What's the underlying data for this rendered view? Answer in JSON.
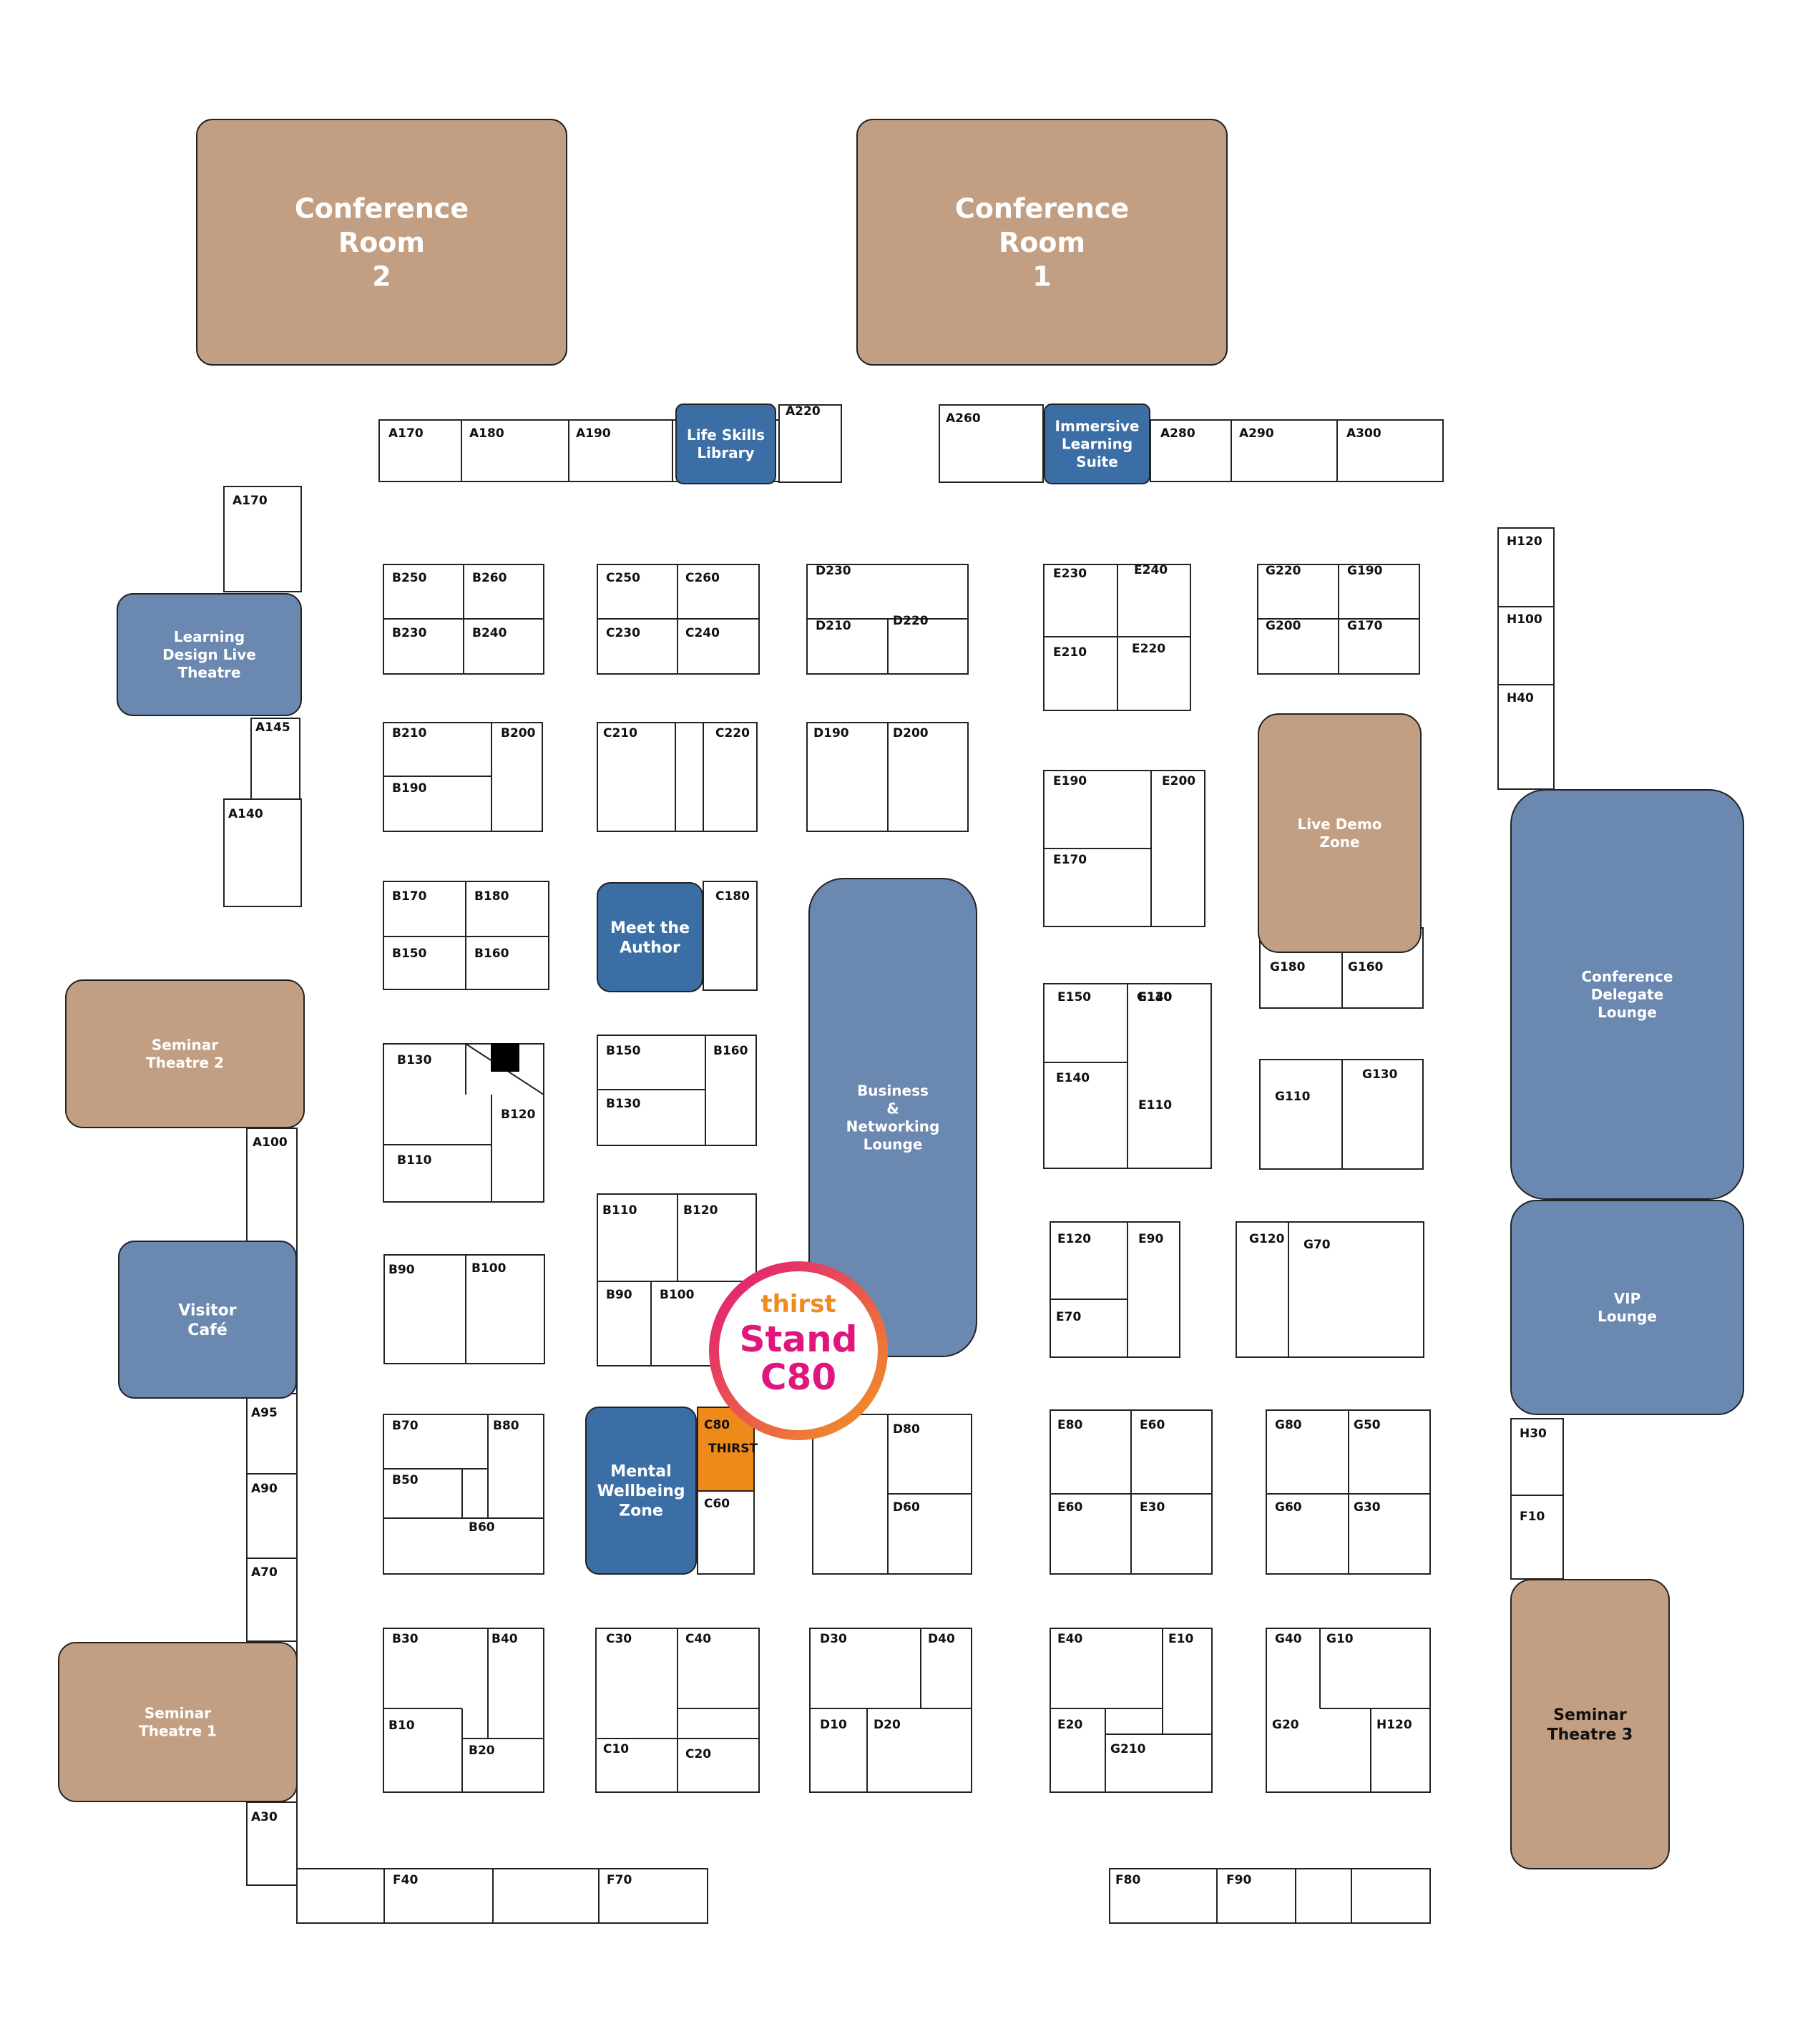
{
  "colors": {
    "tan": "#C29F82",
    "blue": "#6A88B0",
    "blue_dark": "#3B6EA5",
    "stand_orange": "#EE8A1A",
    "badge_magenta": "#E0157D",
    "badge_orange": "#F29A1F",
    "badge_text_orange": "#F08C1E"
  },
  "zones": [
    {
      "id": "conference-room-2",
      "lines": [
        "Conference",
        "Room",
        "2"
      ],
      "color": "tan"
    },
    {
      "id": "conference-room-1",
      "lines": [
        "Conference",
        "Room",
        "1"
      ],
      "color": "tan"
    },
    {
      "id": "life-skills-library",
      "lines": [
        "Life Skills",
        "Library"
      ],
      "color": "blue_dark"
    },
    {
      "id": "immersive-learning-suite",
      "lines": [
        "Immersive",
        "Learning",
        "Suite"
      ],
      "color": "blue_dark"
    },
    {
      "id": "learning-design-live-theatre",
      "lines": [
        "Learning",
        "Design Live",
        "Theatre"
      ],
      "color": "blue"
    },
    {
      "id": "live-demo-zone",
      "lines": [
        "Live Demo",
        "Zone"
      ],
      "color": "tan"
    },
    {
      "id": "conference-delegate-lounge",
      "lines": [
        "Conference",
        "Delegate",
        "Lounge"
      ],
      "color": "blue"
    },
    {
      "id": "meet-the-author",
      "lines": [
        "Meet the",
        "Author"
      ],
      "color": "blue_dark"
    },
    {
      "id": "business-networking-lounge",
      "lines": [
        "Business",
        "&",
        "Networking",
        "Lounge"
      ],
      "color": "blue"
    },
    {
      "id": "seminar-theatre-2",
      "lines": [
        "Seminar",
        "Theatre 2"
      ],
      "color": "tan"
    },
    {
      "id": "visitor-cafe",
      "lines": [
        "Visitor",
        "Café"
      ],
      "color": "blue"
    },
    {
      "id": "vip-lounge",
      "lines": [
        "VIP",
        "Lounge"
      ],
      "color": "blue"
    },
    {
      "id": "mental-wellbeing-zone",
      "lines": [
        "Mental",
        "Wellbeing",
        "Zone"
      ],
      "color": "blue_dark"
    },
    {
      "id": "seminar-theatre-1",
      "lines": [
        "Seminar",
        "Theatre 1"
      ],
      "color": "tan"
    },
    {
      "id": "seminar-theatre-3",
      "lines": [
        "Seminar",
        "Theatre 3"
      ],
      "color": "tan"
    }
  ],
  "stands": [
    "A170",
    "A180",
    "A190",
    "A220",
    "A260",
    "A280",
    "A290",
    "A300",
    "A170",
    "A145",
    "A140",
    "A100",
    "A95",
    "A90",
    "A70",
    "A30",
    "B250",
    "B260",
    "B230",
    "B240",
    "B210",
    "B200",
    "B190",
    "B170",
    "B180",
    "B150",
    "B160",
    "B130",
    "B120",
    "B110",
    "B90",
    "B100",
    "B70",
    "B80",
    "B50",
    "B60",
    "B30",
    "B40",
    "B10",
    "B20",
    "C250",
    "C260",
    "C230",
    "C240",
    "C210",
    "C220",
    "C180",
    "B150",
    "B160",
    "B130",
    "B110",
    "B120",
    "B90",
    "B100",
    "C80",
    "THIRST",
    "C60",
    "C30",
    "C40",
    "C10",
    "C20",
    "D230",
    "D210",
    "D220",
    "D190",
    "D200",
    "D80",
    "D60",
    "D30",
    "D40",
    "D10",
    "D20",
    "E230",
    "E240",
    "E210",
    "E220",
    "E190",
    "E200",
    "E170",
    "E150",
    "E130",
    "E140",
    "E110",
    "E120",
    "E90",
    "E70",
    "E80",
    "E60",
    "E60",
    "E30",
    "E40",
    "E10",
    "E20",
    "G210",
    "G220",
    "G190",
    "G200",
    "G170",
    "G180",
    "G160",
    "G140",
    "G130",
    "G110",
    "G120",
    "G70",
    "G80",
    "G50",
    "G60",
    "G30",
    "G40",
    "G10",
    "G20",
    "H120",
    "H120",
    "H100",
    "H40",
    "H30",
    "F10",
    "F40",
    "F70",
    "F80",
    "F90"
  ],
  "badge": {
    "brand": "thirst",
    "line1": "Stand",
    "line2": "C80"
  }
}
